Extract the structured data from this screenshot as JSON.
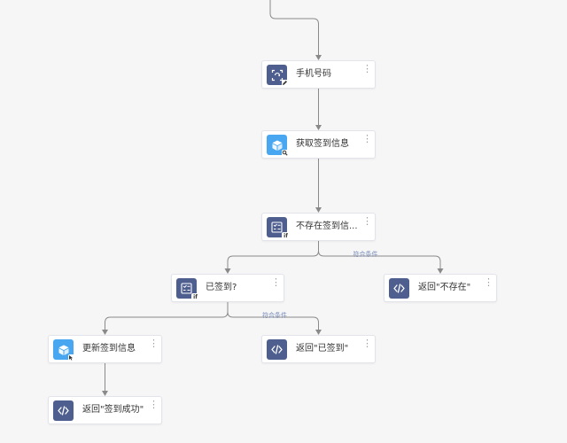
{
  "nodes": [
    {
      "id": "n_phone",
      "label": "手机号码",
      "icon": "data-capture-icon",
      "icon_style": "dark",
      "badge": "pencil"
    },
    {
      "id": "n_fetch",
      "label": "获取签到信息",
      "icon": "cube-icon",
      "icon_style": "light",
      "badge": "search"
    },
    {
      "id": "n_cond1",
      "label": "不存在签到信...",
      "icon": "condition-icon",
      "icon_style": "dark",
      "badge": "if"
    },
    {
      "id": "n_cond2",
      "label": "已签到?",
      "icon": "condition-icon",
      "icon_style": "dark",
      "badge": "if"
    },
    {
      "id": "n_ret_nonexist",
      "label": "返回\"不存在\"",
      "icon": "code-icon",
      "icon_style": "dark",
      "badge": ""
    },
    {
      "id": "n_update",
      "label": "更新签到信息",
      "icon": "cube-icon",
      "icon_style": "light",
      "badge": "cursor"
    },
    {
      "id": "n_ret_signed",
      "label": "返回\"已签到\"",
      "icon": "code-icon",
      "icon_style": "dark",
      "badge": ""
    },
    {
      "id": "n_ret_success",
      "label": "返回\"签到成功\"",
      "icon": "code-icon",
      "icon_style": "dark",
      "badge": ""
    }
  ],
  "edges": [
    {
      "from": "n_phone",
      "to": "n_fetch",
      "label": ""
    },
    {
      "from": "n_fetch",
      "to": "n_cond1",
      "label": ""
    },
    {
      "from": "n_cond1",
      "to": "n_cond2",
      "label": ""
    },
    {
      "from": "n_cond1",
      "to": "n_ret_nonexist",
      "label": "符合条件"
    },
    {
      "from": "n_cond2",
      "to": "n_update",
      "label": ""
    },
    {
      "from": "n_cond2",
      "to": "n_ret_signed",
      "label": "符合条件"
    },
    {
      "from": "n_update",
      "to": "n_ret_success",
      "label": ""
    }
  ],
  "menu_glyph": "⋮",
  "colors": {
    "icon_dark": "#4e5e8f",
    "icon_light": "#48a7f0",
    "edge": "#8a8a8a",
    "condition_label": "#7a8db8"
  }
}
